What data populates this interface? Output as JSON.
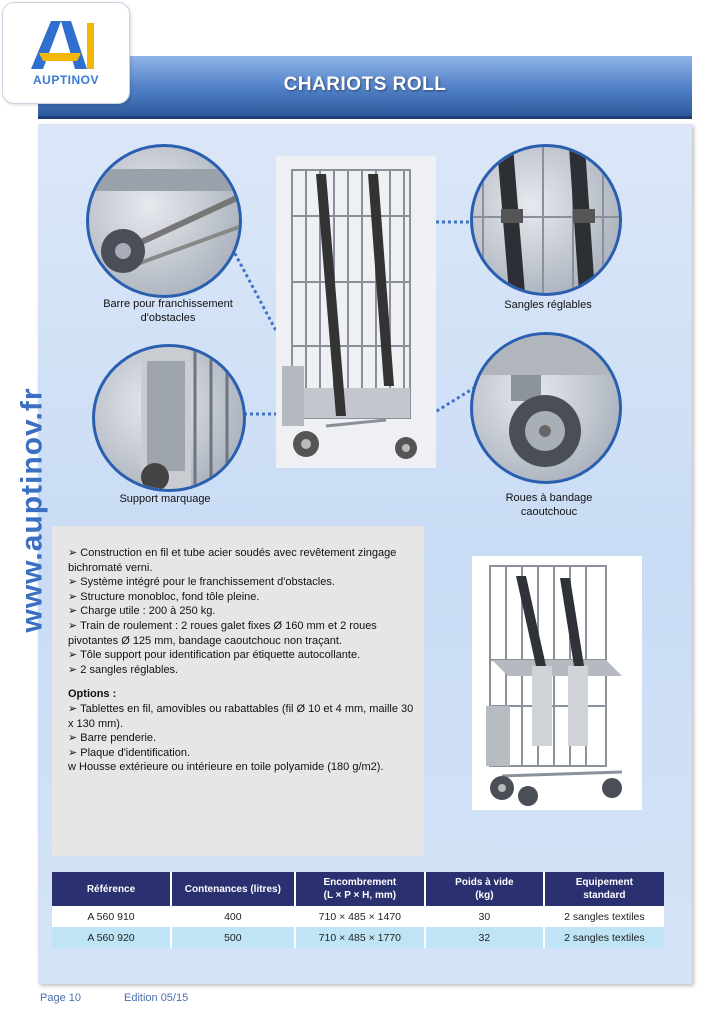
{
  "brand": {
    "logo_text": "AUPTINOV",
    "side_url": "www.auptinov.fr",
    "accent_color": "#3a6fc2",
    "header_color": "#4f7fc6",
    "table_header_color": "#2a3070"
  },
  "header": {
    "title": "CHARIOTS ROLL"
  },
  "features": {
    "captions": {
      "barre": "Barre pour franchissement d'obstacles",
      "sangles": "Sangles réglables",
      "support": "Support marquage",
      "roues": "Roues à bandage caoutchouc"
    }
  },
  "description": {
    "bullets": [
      "➢ Construction en fil et tube acier soudés avec revêtement zingage bichromaté verni.",
      "➢ Système intégré pour le franchissement d'obstacles.",
      "➢ Structure monobloc, fond tôle pleine.",
      "➢ Charge utile : 200 à 250 kg.",
      "➢ Train de roulement : 2 roues galet fixes Ø 160 mm et 2 roues pivotantes Ø 125 mm, bandage caoutchouc non traçant.",
      "➢ Tôle support pour identification par étiquette autocollante.",
      "➢ 2 sangles réglables."
    ],
    "options_title": "Options :",
    "options": [
      "➢ Tablettes en fil, amovibles ou rabattables (fil Ø 10 et 4 mm, maille 30 x 130 mm).",
      "➢ Barre penderie.",
      "➢ Plaque d'identification.",
      "w Housse extérieure ou intérieure en toile polyamide (180 g/m2)."
    ]
  },
  "table": {
    "headers": {
      "reference": "Référence",
      "contenances": "Contenances (litres)",
      "encombrement_1": "Encombrement",
      "encombrement_2": "(L × P × H, mm)",
      "poids_1": "Poids à vide",
      "poids_2": "(kg)",
      "equipement_1": "Equipement",
      "equipement_2": "standard"
    },
    "rows": [
      {
        "reference": "A 560 910",
        "contenance": "400",
        "encombrement": "710 × 485 × 1470",
        "poids": "30",
        "equipement": "2 sangles textiles"
      },
      {
        "reference": "A 560 920",
        "contenance": "500",
        "encombrement": "710 × 485 × 1770",
        "poids": "32",
        "equipement": "2 sangles textiles"
      }
    ]
  },
  "footer": {
    "page": "Page 10",
    "edition": "Edition 05/15"
  }
}
